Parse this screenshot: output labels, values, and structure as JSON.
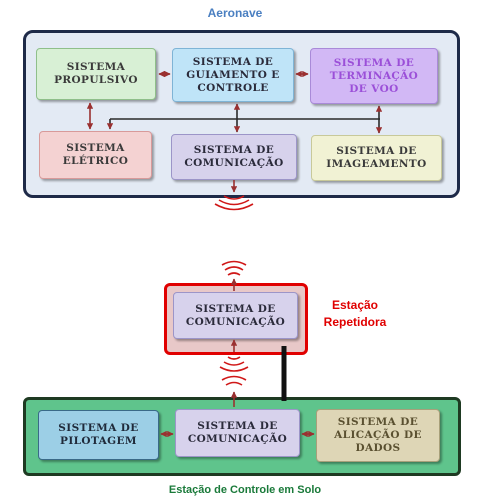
{
  "aircraft": {
    "title": "Aeronave",
    "boxes": {
      "propulsion": "SISTEMA\nPROPULSIVO",
      "guidance": "SISTEMA DE\nGUIAMENTO E\nCONTROLE",
      "termination": "SISTEMA DE\nTERMINAÇÃO\nDE VOO",
      "electrical": "SISTEMA\nELÉTRICO",
      "communication": "SISTEMA DE\nCOMUNICAÇÃO",
      "imaging": "SISTEMA DE\nIMAGEAMENTO"
    }
  },
  "relay": {
    "title": "Estação\nRepetidora",
    "communication": "SISTEMA DE\nCOMUNICAÇÃO"
  },
  "ground": {
    "title": "Estação de Controle em Solo",
    "boxes": {
      "piloting": "SISTEMA DE\nPILOTAGEM",
      "communication": "SISTEMA DE\nCOMUNICAÇÃO",
      "data_application": "SISTEMA  DE\nALICAÇÃO DE\nDADOS"
    }
  },
  "colors": {
    "aircraft_title": "#4a7fc1",
    "relay_title": "#e00000",
    "ground_title": "#1a7a3a",
    "connector": "#9a3030",
    "dark_line": "#111111"
  }
}
